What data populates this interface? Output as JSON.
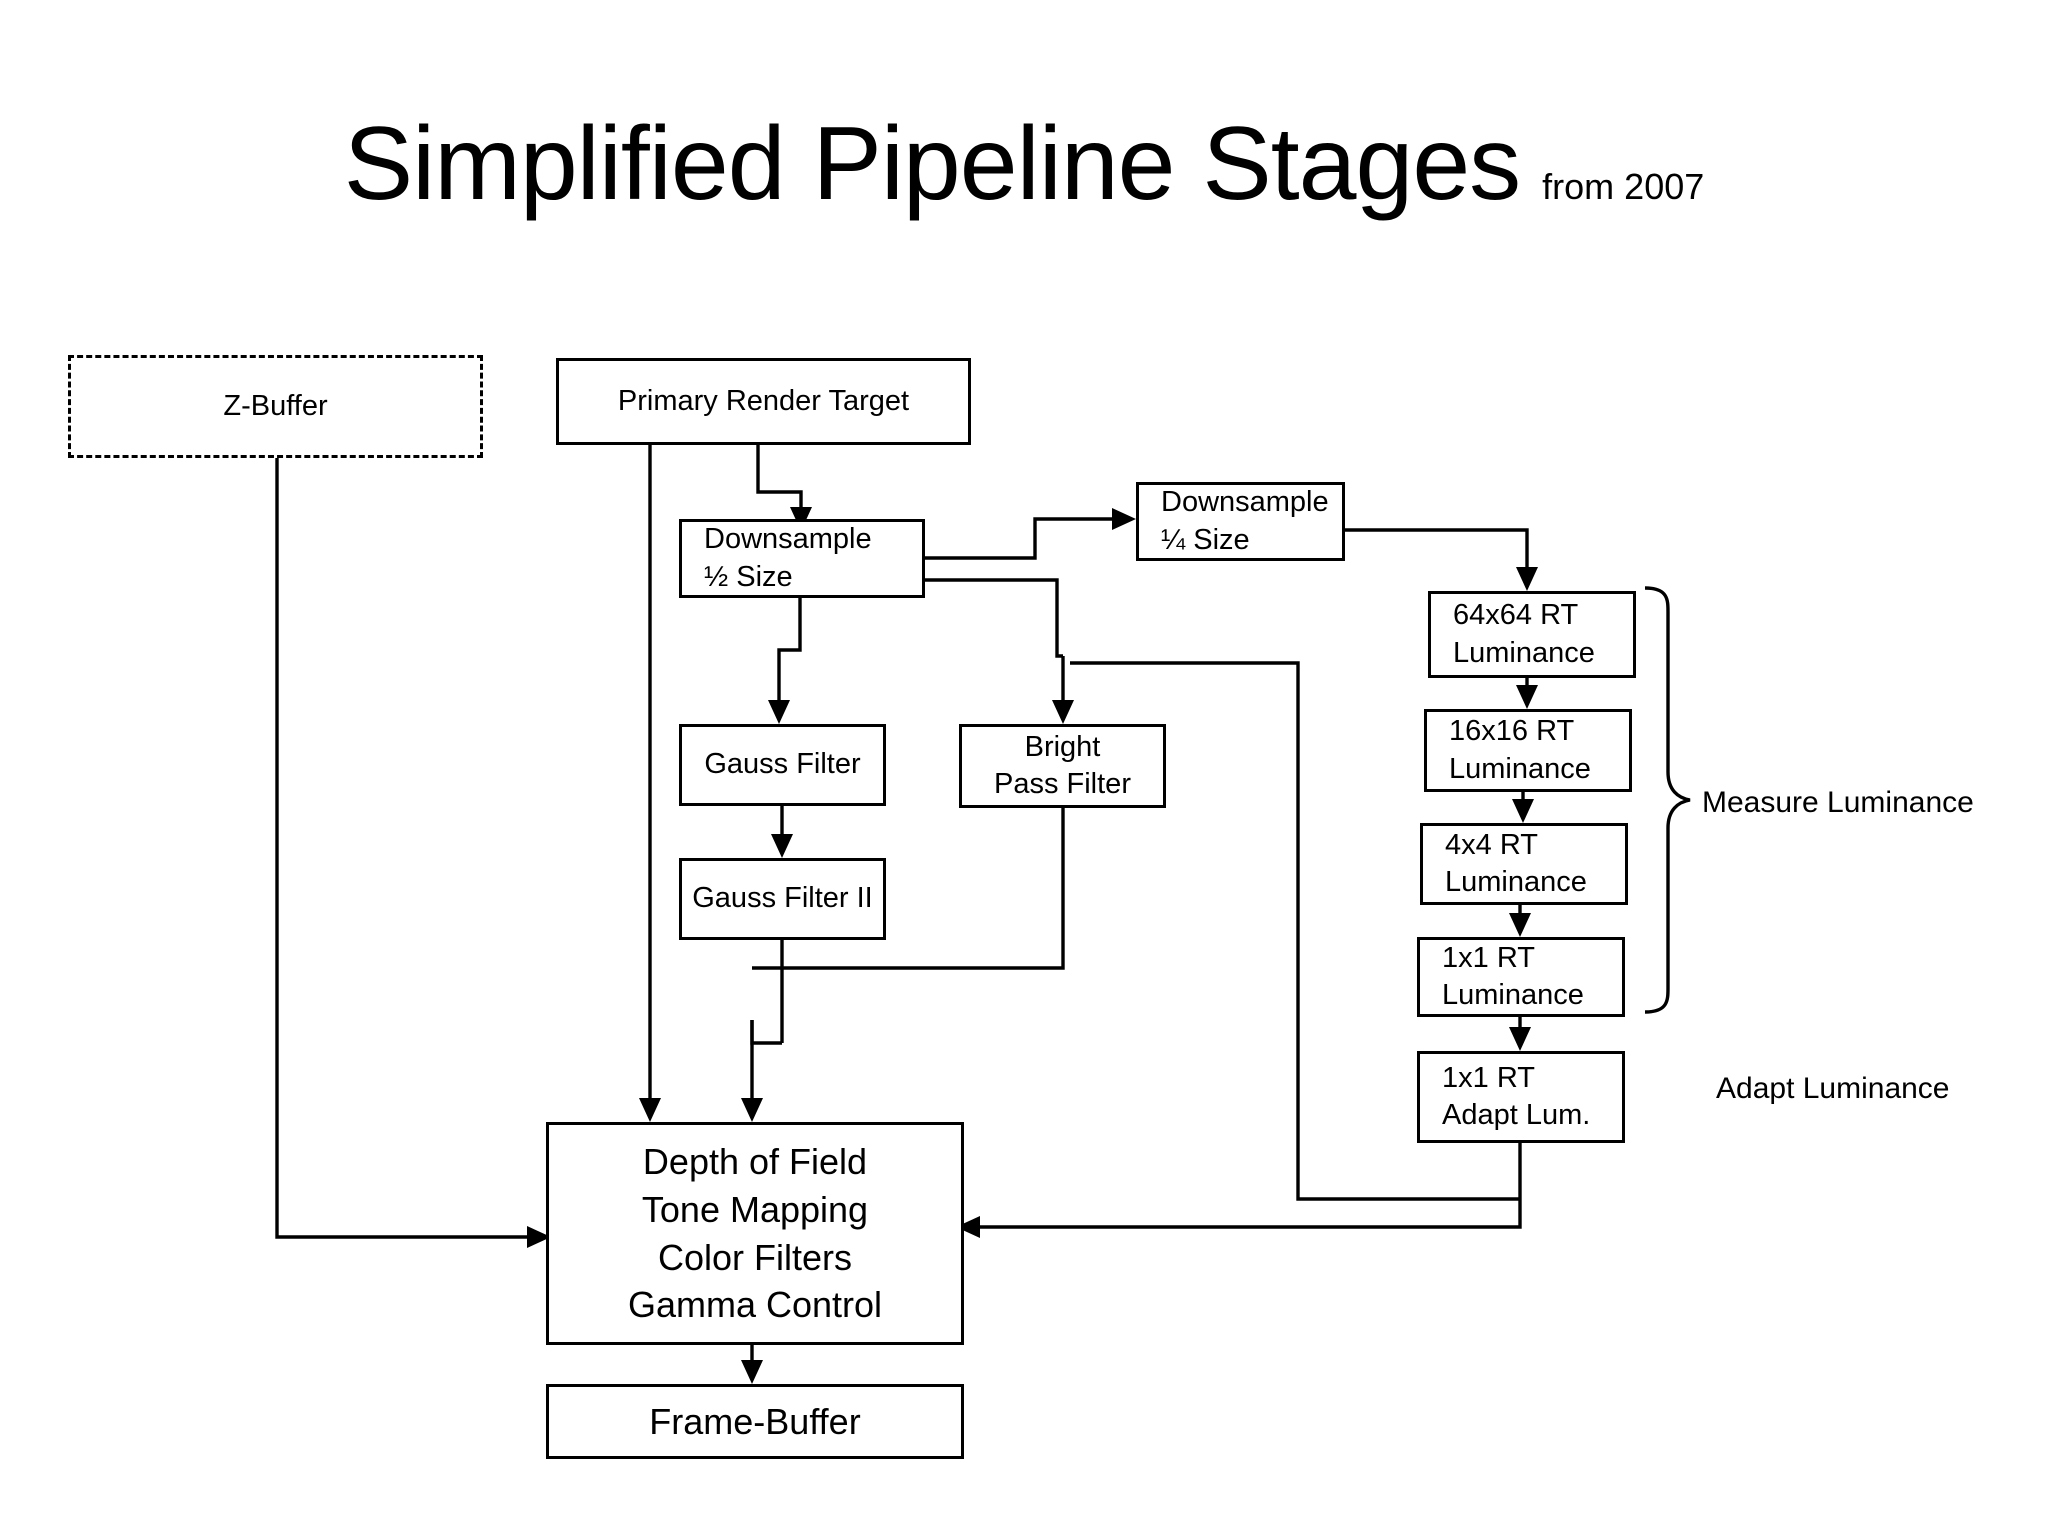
{
  "title": {
    "main": "Simplified Pipeline Stages",
    "sub": "from 2007"
  },
  "nodes": {
    "z_buffer": "Z-Buffer",
    "primary_render_target": "Primary Render Target",
    "downsample_half": "Downsample\n½ Size",
    "downsample_quarter": "Downsample\n¼ Size",
    "gauss_filter": "Gauss Filter",
    "gauss_filter_ii": "Gauss Filter II",
    "bright_pass_filter": "Bright\nPass Filter",
    "lum_64": "64x64 RT\nLuminance",
    "lum_16": "16x16 RT\nLuminance",
    "lum_4": "4x4 RT\nLuminance",
    "lum_1": "1x1 RT\nLuminance",
    "adapt_lum": "1x1 RT\nAdapt Lum.",
    "composite": "Depth of Field\nTone Mapping\nColor Filters\nGamma Control",
    "frame_buffer": "Frame-Buffer"
  },
  "labels": {
    "measure_luminance": "Measure Luminance",
    "adapt_luminance": "Adapt Luminance"
  },
  "colors": {
    "stroke": "#000000",
    "background": "#ffffff",
    "text": "#000000"
  }
}
